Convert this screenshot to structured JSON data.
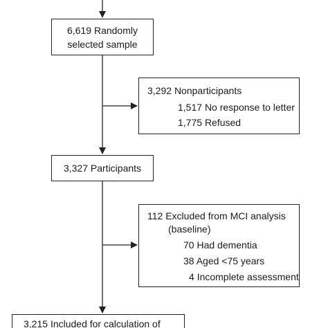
{
  "flowchart": {
    "sample": {
      "count": "6,619",
      "line1_text": "Randomly",
      "line2_text": "selected sample"
    },
    "nonparticipants": {
      "count": "3,292",
      "label": "Nonparticipants",
      "items": [
        {
          "count": "1,517",
          "label": "No response to letter"
        },
        {
          "count": "1,775",
          "label": "Refused"
        }
      ]
    },
    "participants": {
      "count": "3,327",
      "label": "Participants"
    },
    "excluded": {
      "count": "112",
      "label": "Excluded from MCI analysis",
      "label_line2": "(baseline)",
      "items": [
        {
          "count": "70",
          "label": "Had dementia"
        },
        {
          "count": "38",
          "label": "Aged <75 years"
        },
        {
          "count": "4",
          "label": "Incomplete assessment"
        }
      ]
    },
    "included": {
      "count": "3,215",
      "label": "Included for calculation of"
    }
  }
}
